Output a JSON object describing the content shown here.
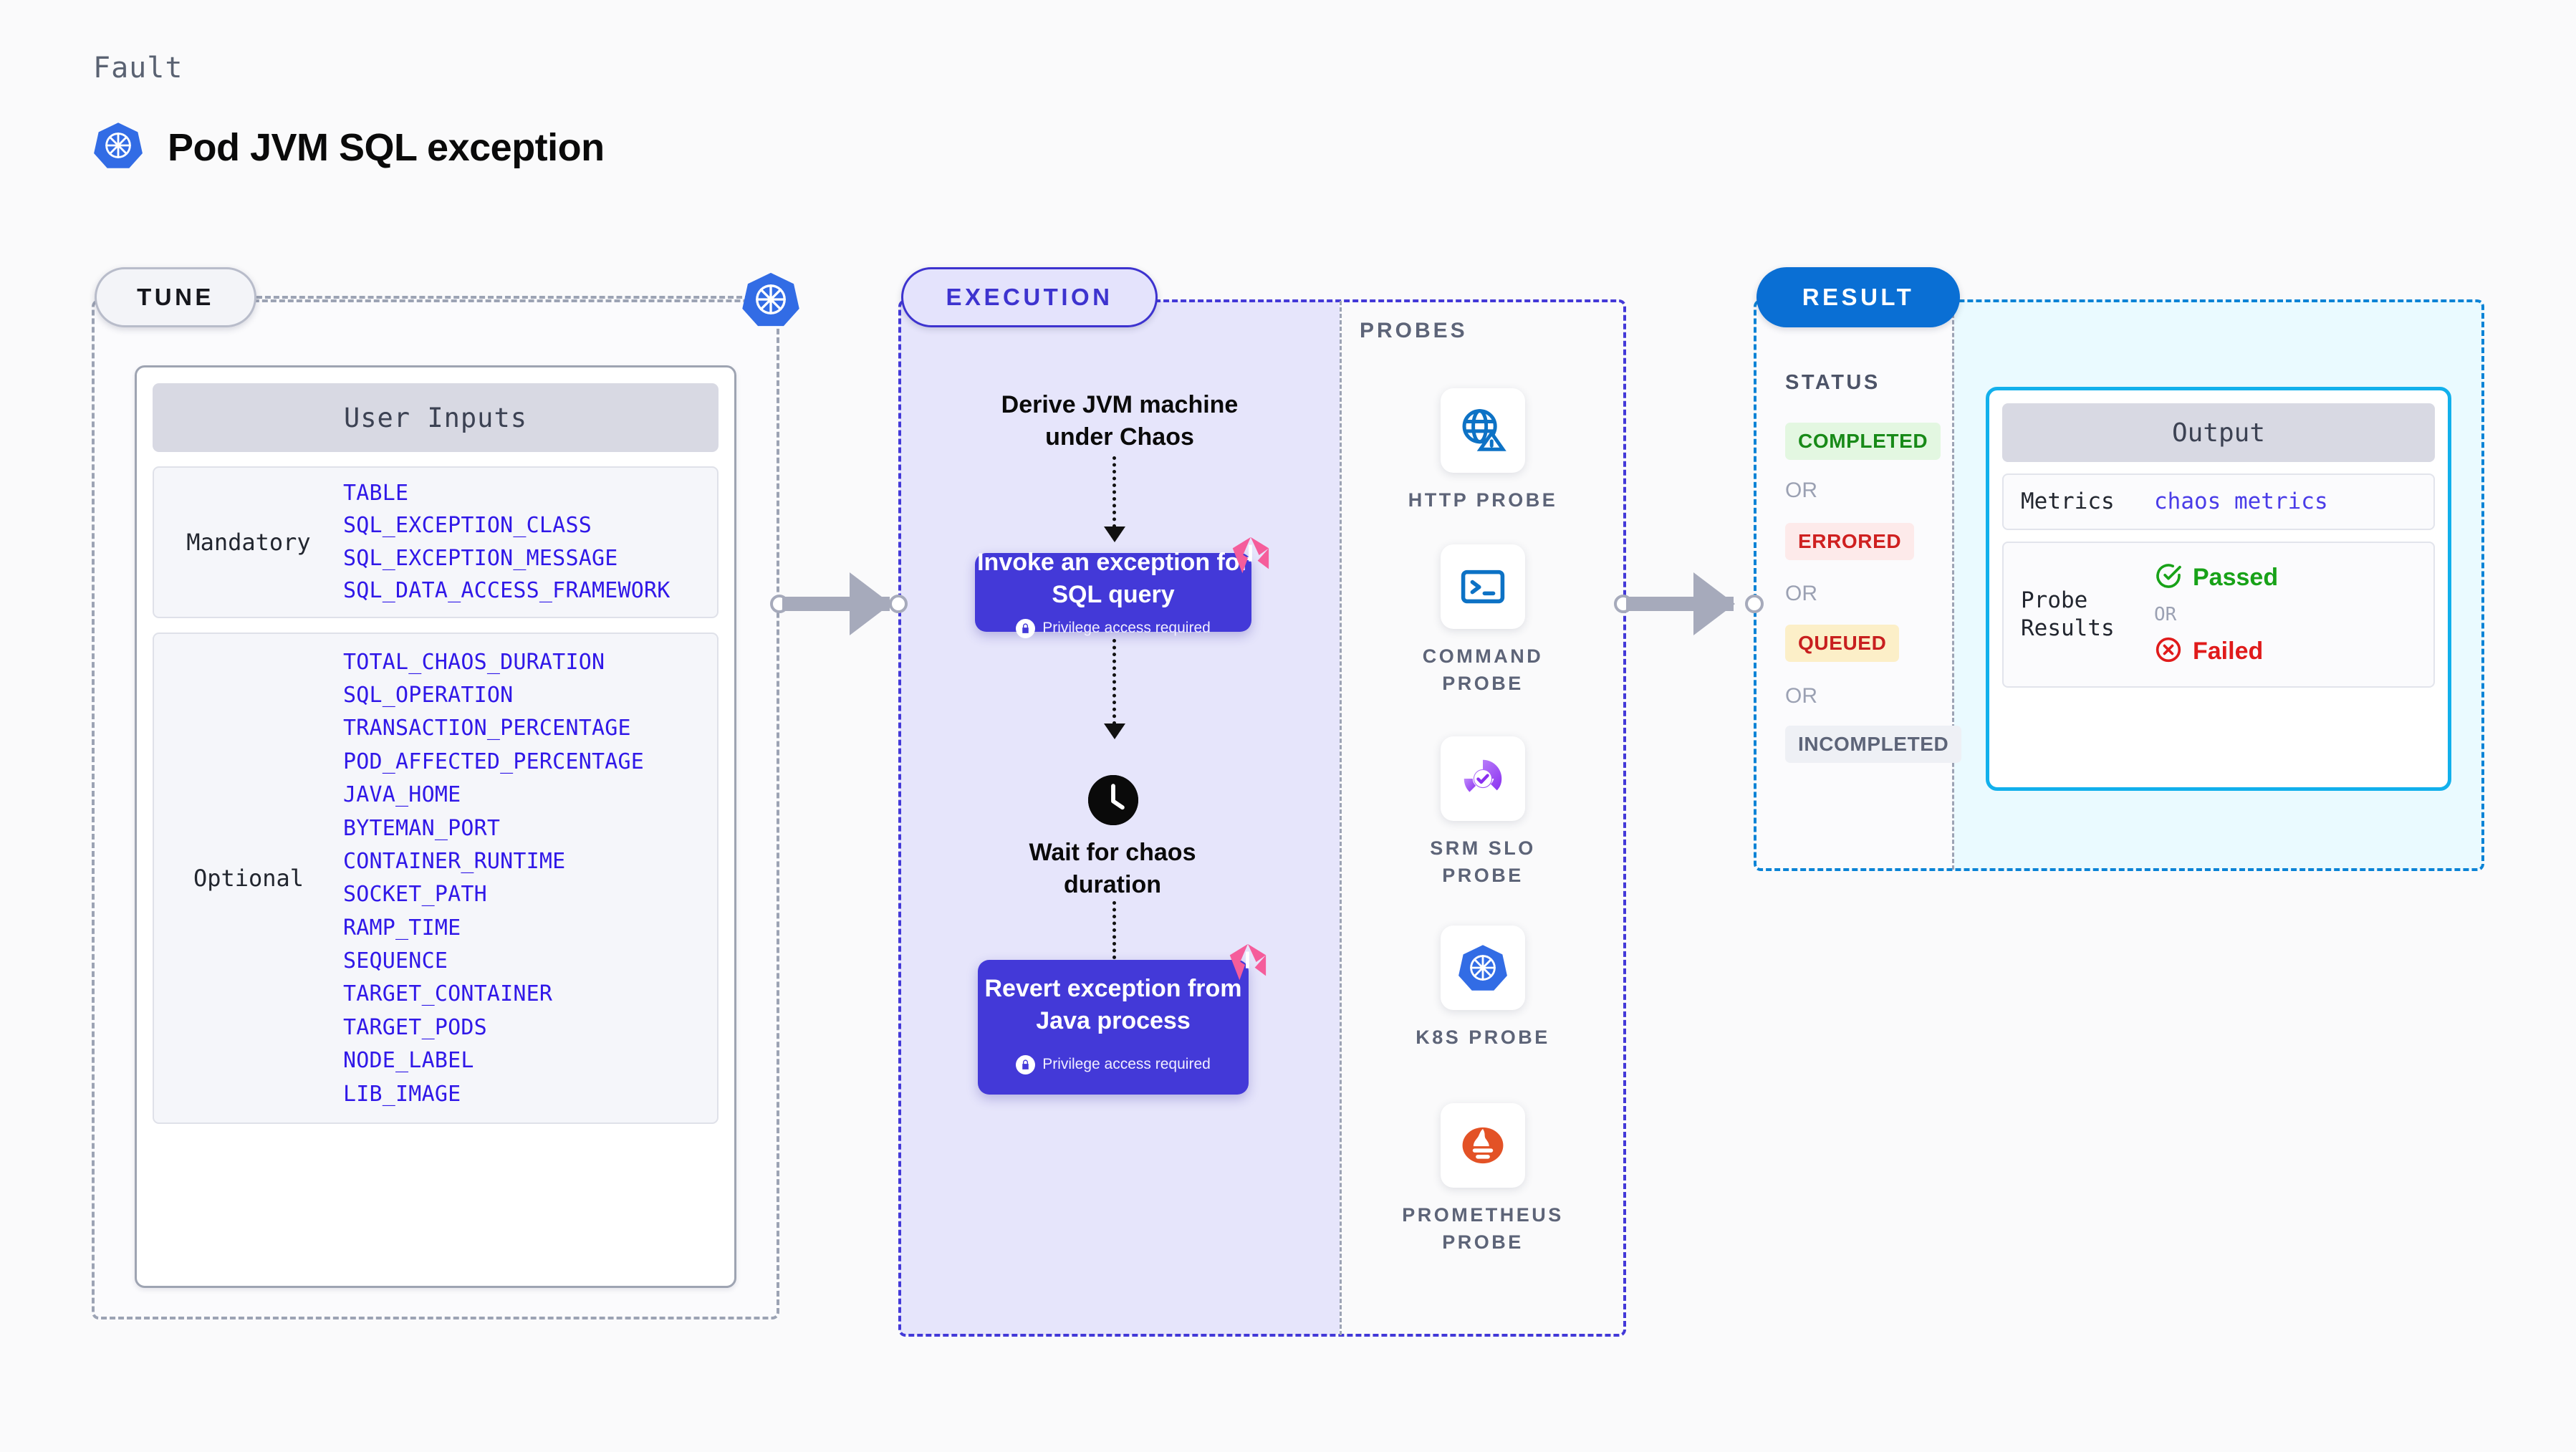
{
  "header": {
    "eyebrow": "Fault",
    "title": "Pod JVM SQL exception",
    "icon": "kubernetes-icon"
  },
  "tune": {
    "pill_label": "TUNE",
    "node_icon": "kubernetes-icon",
    "card_header": "User Inputs",
    "sections": [
      {
        "label": "Mandatory",
        "items": [
          "TABLE",
          "SQL_EXCEPTION_CLASS",
          "SQL_EXCEPTION_MESSAGE",
          "SQL_DATA_ACCESS_FRAMEWORK"
        ]
      },
      {
        "label": "Optional",
        "items": [
          "TOTAL_CHAOS_DURATION",
          "SQL_OPERATION",
          "TRANSACTION_PERCENTAGE",
          "POD_AFFECTED_PERCENTAGE",
          "JAVA_HOME",
          "BYTEMAN_PORT",
          "CONTAINER_RUNTIME",
          "SOCKET_PATH",
          "RAMP_TIME",
          "SEQUENCE",
          "TARGET_CONTAINER",
          "TARGET_PODS",
          "NODE_LABEL",
          "LIB_IMAGE"
        ]
      }
    ]
  },
  "execution": {
    "pill_label": "EXECUTION",
    "step1_text": "Derive JVM machine under Chaos",
    "step2": {
      "title": "Invoke an exception for SQL query",
      "privilege": "Privilege access required",
      "badge": "chaos-logo-icon",
      "lock": "lock-icon"
    },
    "step3_text": "Wait for chaos duration",
    "step3_icon": "clock-icon",
    "step4": {
      "title": "Revert exception from Java process",
      "privilege": "Privilege access required",
      "badge": "chaos-logo-icon",
      "lock": "lock-icon"
    }
  },
  "probes": {
    "section_label": "PROBES",
    "items": [
      {
        "name": "HTTP PROBE",
        "icon": "globe-warning-icon"
      },
      {
        "name": "COMMAND PROBE",
        "icon": "terminal-icon"
      },
      {
        "name": "SRM SLO PROBE",
        "icon": "srm-slo-icon"
      },
      {
        "name": "K8S PROBE",
        "icon": "kubernetes-icon"
      },
      {
        "name": "PROMETHEUS PROBE",
        "icon": "prometheus-icon"
      }
    ]
  },
  "result": {
    "pill_label": "RESULT",
    "status_label": "STATUS",
    "or_label": "OR",
    "statuses": [
      {
        "text": "COMPLETED",
        "color": "#188a18",
        "bg": "#e3f7e1"
      },
      {
        "text": "ERRORED",
        "color": "#cf2020",
        "bg": "#fdeaea"
      },
      {
        "text": "QUEUED",
        "color": "#c81f1f",
        "bg": "#fcefc8"
      },
      {
        "text": "INCOMPLETED",
        "color": "#5d6478",
        "bg": "#eef0f5"
      }
    ],
    "output": {
      "header": "Output",
      "metrics_key": "Metrics",
      "metrics_value": "chaos metrics",
      "probe_key": "Probe Results",
      "passed": "Passed",
      "or_label": "OR",
      "failed": "Failed",
      "passed_icon": "check-circle-icon",
      "failed_icon": "x-circle-icon"
    }
  },
  "colors": {
    "accent_purple": "#4339d8",
    "accent_blue": "#0a6fd4",
    "accent_cyan": "#12b0ec",
    "pink_badge": "#f55d9b",
    "mono_blue": "#3018e8"
  }
}
